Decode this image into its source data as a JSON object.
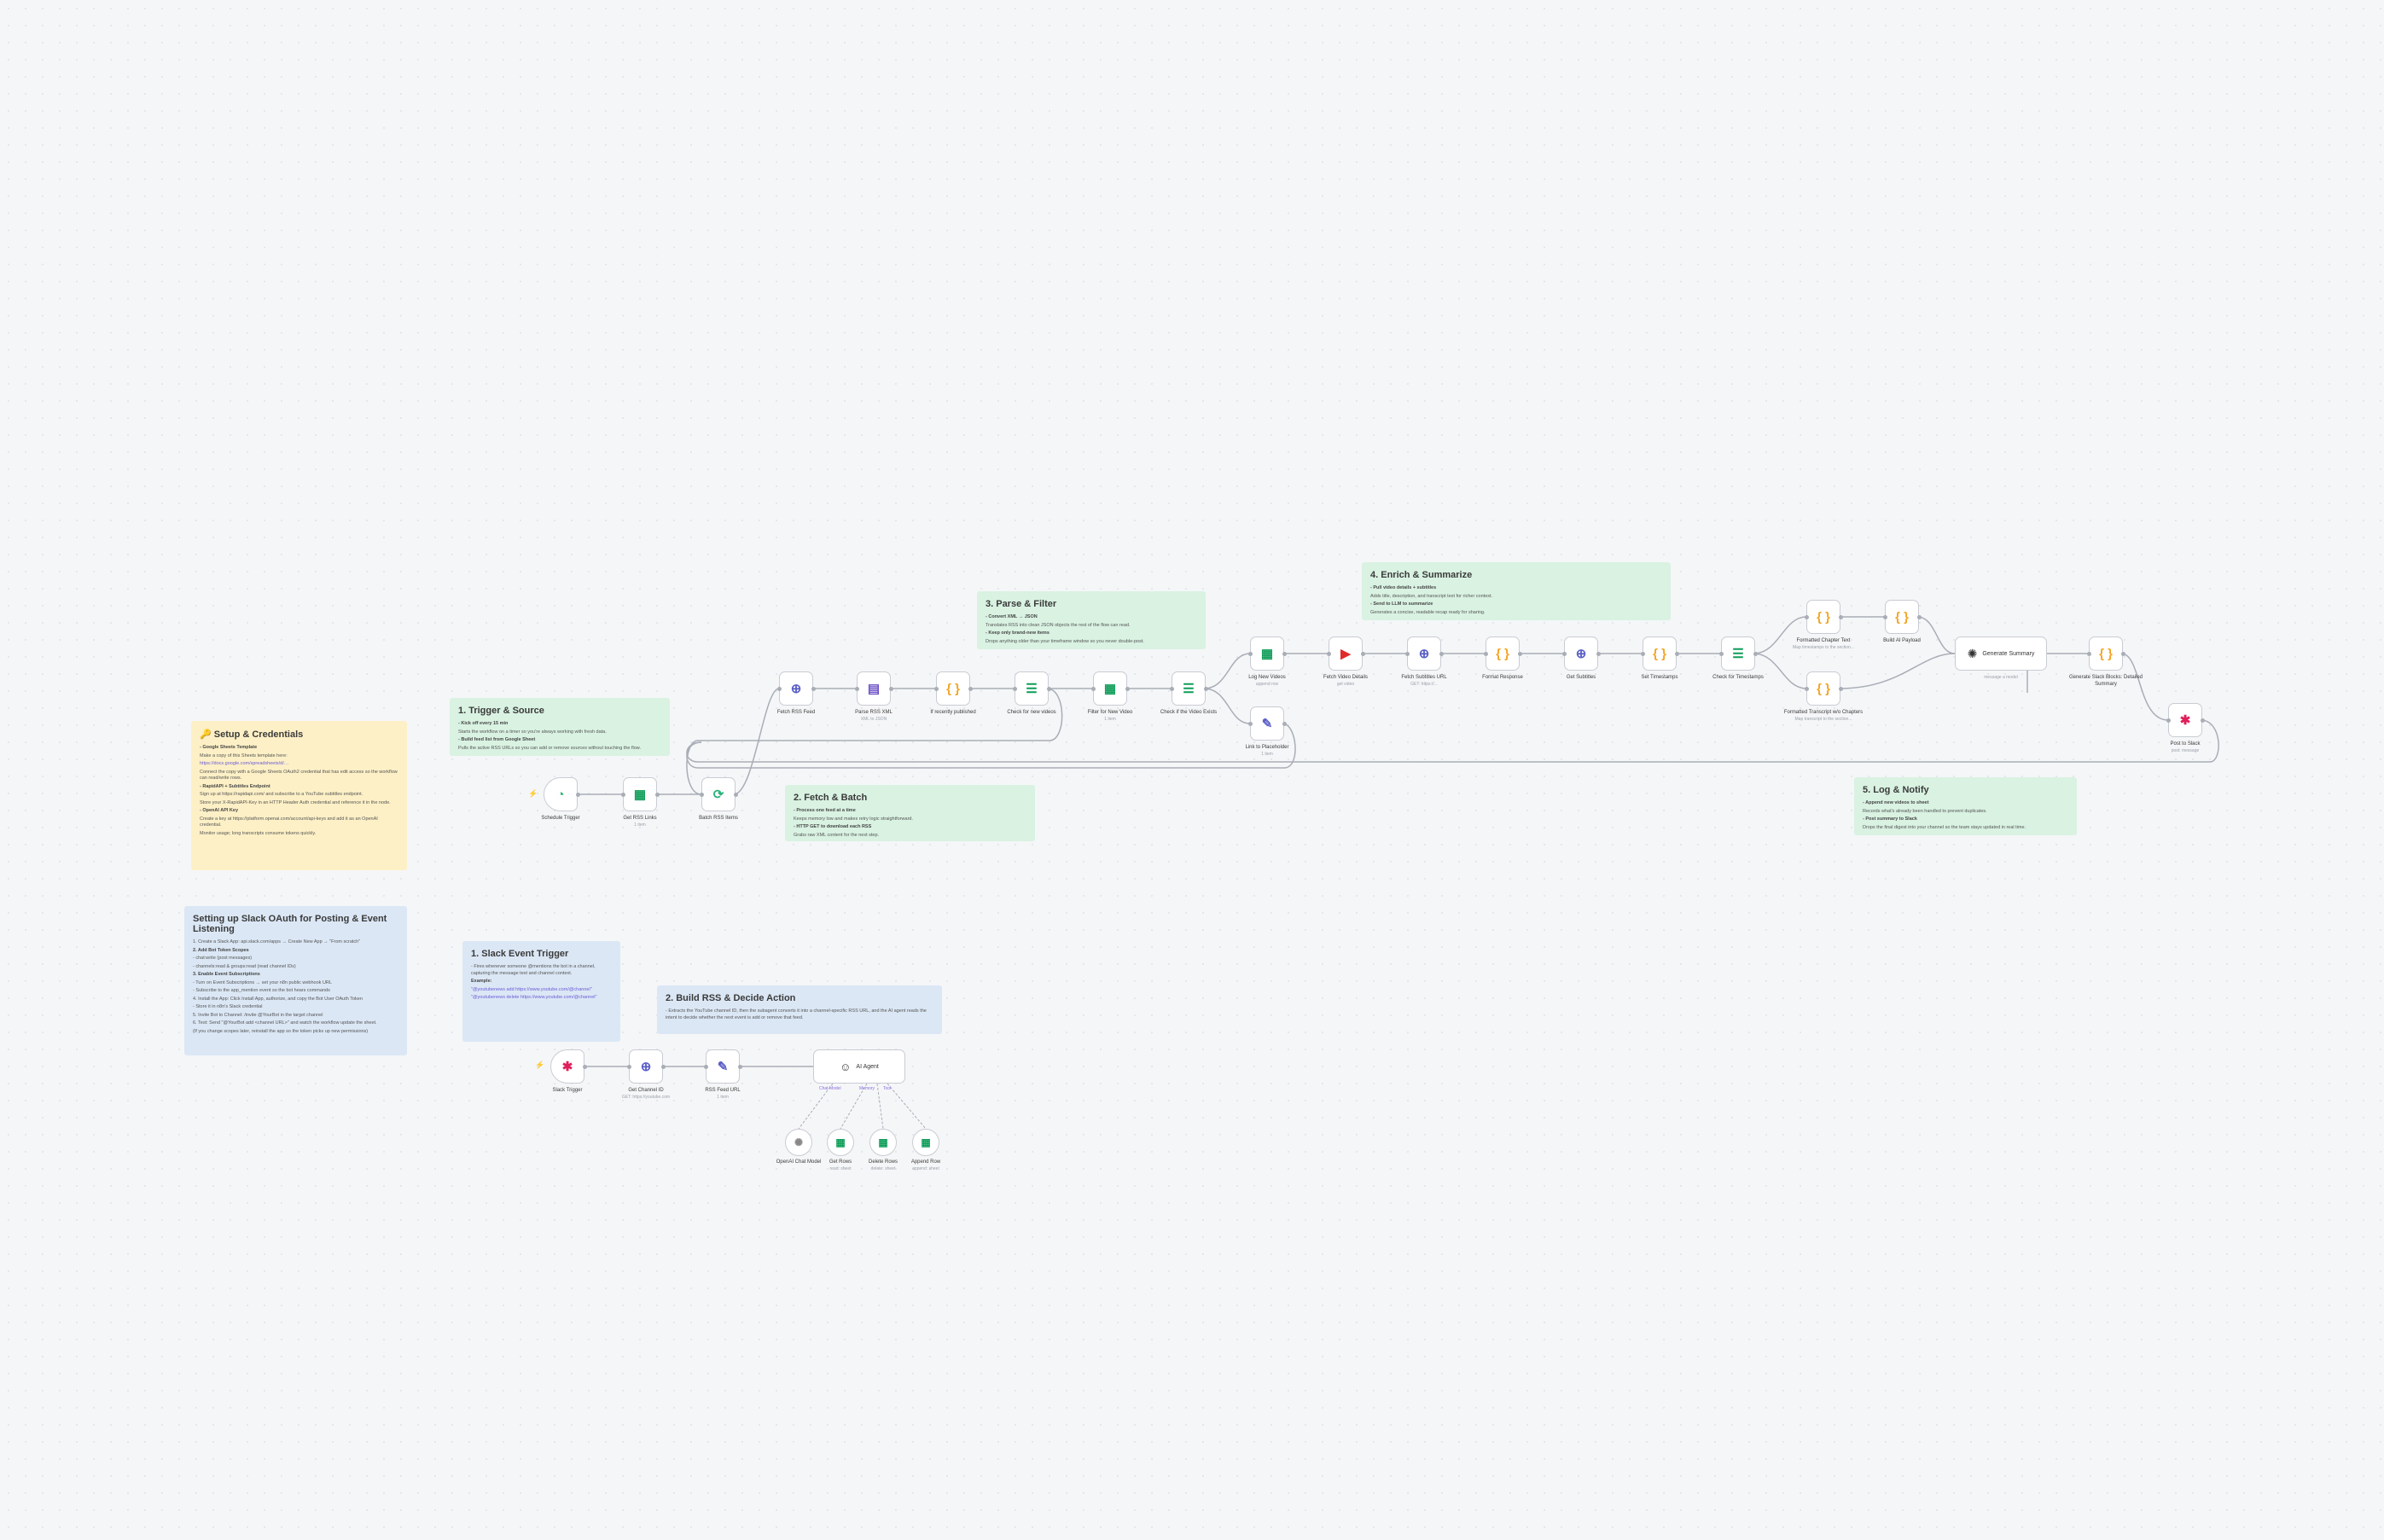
{
  "notes": {
    "setup": {
      "title": "🔑 Setup & Credentials",
      "lines": [
        "- Google Sheets Template",
        "Make a copy of this Sheets template here:",
        "https://docs.google.com/spreadsheets/d/…",
        "Connect the copy with a Google Sheets OAuth2 credential that has edit access so the workflow can read/write rows.",
        "- RapidAPI + Subtitles Endpoint",
        "Sign up at https://rapidapi.com/ and subscribe to a YouTube subtitles endpoint.",
        "Store your X-RapidAPI-Key in an HTTP Header Auth credential and reference it in the node.",
        "- OpenAI API Key",
        "Create a key at https://platform.openai.com/account/api-keys and add it as an OpenAI credential.",
        "Monitor usage; long transcripts consume tokens quickly."
      ]
    },
    "slack_oauth": {
      "title": "Setting up Slack OAuth for Posting & Event Listening",
      "lines": [
        "1. Create a Slack App: api.slack.com/apps → Create New App → \"From scratch\"",
        "2. Add Bot Token Scopes",
        "- chat:write (post messages)",
        "- channels:read & groups:read (read channel IDs)",
        "3. Enable Event Subscriptions",
        "- Turn on Event Subscriptions → set your n8n public webhook URL",
        "- Subscribe to the app_mention event so the bot hears commands",
        "4. Install the App: Click Install App, authorize, and copy the Bot User OAuth Token",
        "- Store it in n8n's Slack credential",
        "5. Invite Bot to Channel: /invite @YourBot in the target channel",
        "6. Test: Send \"@YourBot add <channel URL>\" and watch the workflow update the sheet.",
        "(If you change scopes later, reinstall the app so the token picks up new permissions)"
      ]
    },
    "trigger_source": {
      "title": "1. Trigger & Source",
      "lines": [
        "- Kick off every 15 min",
        "Starts the workflow on a timer so you're always working with fresh data.",
        "- Build feed list from Google Sheet",
        "Pulls the active RSS URLs so you can add or remove sources without touching the flow."
      ]
    },
    "fetch_batch": {
      "title": "2. Fetch & Batch",
      "lines": [
        "- Process one feed at a time",
        "Keeps memory low and makes retry logic straightforward.",
        "- HTTP GET to download each RSS",
        "Grabs raw XML content for the next step."
      ]
    },
    "parse_filter": {
      "title": "3. Parse & Filter",
      "lines": [
        "- Convert XML → JSON",
        "Translates RSS into clean JSON objects the rest of the flow can read.",
        "- Keep only brand-new items",
        "Drops anything older than your timeframe window so you never double-post."
      ]
    },
    "enrich": {
      "title": "4. Enrich & Summarize",
      "lines": [
        "- Pull video details + subtitles",
        "Adds title, description, and transcript text for richer context.",
        "- Send to LLM to summarize",
        "Generates a concise, readable recap ready for sharing."
      ]
    },
    "log_notify": {
      "title": "5. Log & Notify",
      "lines": [
        "- Append new videos to sheet",
        "Records what's already been handled to prevent duplicates.",
        "- Post summary to Slack",
        "Drops the final digest into your channel so the team stays updated in real time."
      ]
    },
    "slack_event": {
      "title": "1. Slack Event Trigger",
      "lines": [
        "- Fires whenever someone @mentions the bot in a channel, capturing the message text and channel context.",
        "Example:",
        "\"@youtubenews add https://www.youtube.com/@channel\"",
        "\"@youtubenews delete https://www.youtube.com/@channel\""
      ]
    },
    "build_rss": {
      "title": "2. Build RSS & Decide Action",
      "lines": [
        "- Extracts the YouTube channel ID, then the subagent converts it into a channel-specific RSS URL, and the AI agent reads the intent to decide whether the next event is add or remove that feed."
      ]
    }
  },
  "nodes": {
    "schedule": {
      "label": "Schedule Trigger",
      "sub": ""
    },
    "getrss": {
      "label": "Get RSS Links",
      "sub": "1 item"
    },
    "batch": {
      "label": "Batch RSS Items",
      "sub": ""
    },
    "fetchfeed": {
      "label": "Fetch RSS Feed",
      "sub": ""
    },
    "parse": {
      "label": "Parse RSS XML",
      "sub": "XML to JSON"
    },
    "recent": {
      "label": "If recently published",
      "sub": ""
    },
    "checknew": {
      "label": "Check for new videos",
      "sub": ""
    },
    "filternew": {
      "label": "Filter for New Video",
      "sub": "1 item"
    },
    "checkstatus": {
      "label": "Check if the Video Exists",
      "sub": ""
    },
    "lognew": {
      "label": "Log New Videos",
      "sub": "append row"
    },
    "linkplaceholder": {
      "label": "Link to Placeholder",
      "sub": "1 item"
    },
    "fetchdetails": {
      "label": "Fetch Video Details",
      "sub": "get video"
    },
    "fetchsubs": {
      "label": "Fetch Subtitles URL",
      "sub": "GET: https://..."
    },
    "formatresp": {
      "label": "Format Response",
      "sub": ""
    },
    "getsubs": {
      "label": "Get Subtitles",
      "sub": ""
    },
    "settimestamps": {
      "label": "Set Timestamps",
      "sub": ""
    },
    "checkts": {
      "label": "Check for Timestamps",
      "sub": ""
    },
    "fmtchapter": {
      "label": "Formatted Chapter Text",
      "sub": "Map timestamps to the section..."
    },
    "buildpayload": {
      "label": "Build AI Payload",
      "sub": ""
    },
    "fmttranscript": {
      "label": "Formatted Transcript w/o Chapters",
      "sub": "Map transcript to the section..."
    },
    "gensummary": {
      "label": "Generate Summary",
      "sub": "message a model"
    },
    "genslack": {
      "label": "Generate Slack Blocks: Detailed Summary",
      "sub": ""
    },
    "posttoslack": {
      "label": "Post to Slack",
      "sub": "post: message"
    },
    "slacktrigger": {
      "label": "Slack Trigger",
      "sub": ""
    },
    "getchannelid": {
      "label": "Get Channel ID",
      "sub": "GET: https://youtube.com"
    },
    "rssfeedurl": {
      "label": "RSS Feed URL",
      "sub": "1 item"
    },
    "aiagent": {
      "label": "AI Agent",
      "sub": ""
    },
    "openai": {
      "label": "OpenAI Chat Model",
      "sub": ""
    },
    "getrows": {
      "label": "Get Rows",
      "sub": "read: sheet"
    },
    "deleterow": {
      "label": "Delete Rows",
      "sub": "delete: sheet"
    },
    "appendrow": {
      "label": "Append Row",
      "sub": "append: sheet"
    }
  },
  "agent_ports": {
    "model": "Chat Model",
    "memory": "Memory",
    "tool": "Tool"
  },
  "icons": {
    "schedule": "clock-icon",
    "sheets": "google-sheets-icon",
    "batch": "loop-icon",
    "http": "globe-icon",
    "xml": "file-code-icon",
    "code": "code-braces-icon",
    "filter": "filter-icon",
    "edit": "pencil-icon",
    "youtube": "youtube-icon",
    "openai": "openai-icon",
    "slack": "slack-icon",
    "agent": "robot-icon"
  },
  "colors": {
    "canvas": "#f5f6f8",
    "edge": "#a9adb6",
    "note_green": "#d9f2e2",
    "note_yellow": "#fdf0c6",
    "note_blue": "#dbe7f5",
    "sheets": "#0f9d58",
    "code": "#f4a524",
    "http": "#5b5fc7",
    "youtube": "#e02b2b",
    "trigger_pin": "#ff6d5a"
  }
}
